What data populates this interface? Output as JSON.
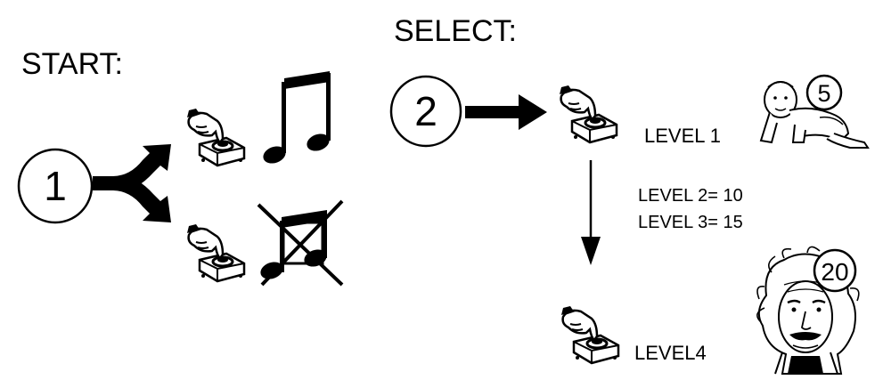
{
  "start": {
    "label": "START:",
    "step": "1"
  },
  "select": {
    "label": "SELECT:",
    "step": "2"
  },
  "levels": {
    "level1": "LEVEL 1",
    "level1_badge": "5",
    "level2": "LEVEL 2= 10",
    "level3": "LEVEL 3= 15",
    "level4": "LEVEL4",
    "level4_badge": "20"
  },
  "icons": {
    "press_button": "hand-pressing-button-icon",
    "music_on": "music-note-icon",
    "music_off": "music-off-icon",
    "fork": "split-arrow-icon",
    "arrow": "arrow-right-icon",
    "baby": "baby-crawling-icon",
    "genius": "einstein-portrait-icon"
  }
}
